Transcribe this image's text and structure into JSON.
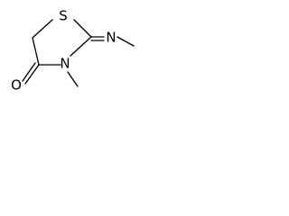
{
  "molecule": {
    "atoms": {
      "sulfur": "S",
      "ring_nitrogen": "N",
      "imine_nitrogen": "N",
      "carbonyl_oxygen": "O"
    },
    "colors": {
      "bond": "#000000",
      "label": "#000000",
      "background": "#ffffff"
    }
  }
}
